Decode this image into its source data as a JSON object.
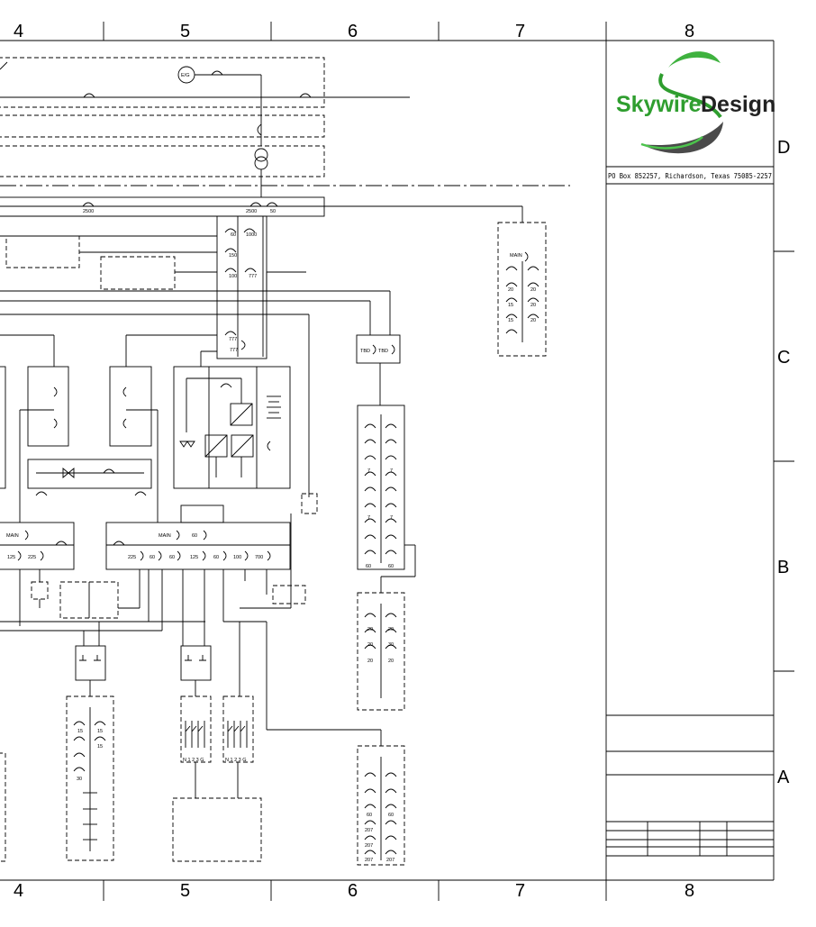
{
  "grid": {
    "columns": [
      "4",
      "5",
      "6",
      "7",
      "8"
    ],
    "rows": [
      "D",
      "C",
      "B",
      "A"
    ]
  },
  "title_block": {
    "logo_word1": "Skywire",
    "logo_word2": "Design",
    "address": "PO Box 852257, Richardson, Texas 75085-2257"
  },
  "labels": {
    "eg": "E/G",
    "main_bus": "2500",
    "main_bus_2": "2500",
    "bus_50": "50",
    "b60": "60",
    "b1000": "1000",
    "b150": "150",
    "b100": "100",
    "b777a": "777",
    "b777b": "777",
    "b777c": "777",
    "tbd1": "TBD",
    "tbd2": "TBD",
    "mainA": "MAIN",
    "b125a": "125",
    "b225a": "225",
    "mainB": "MAIN",
    "b60top": "60",
    "b225b": "225",
    "b60b": "60",
    "b60c": "60",
    "b125b": "125",
    "b60d": "60",
    "b100b": "100",
    "b700": "700",
    "panelC_main": "MAIN",
    "p20a": "20",
    "p20b": "20",
    "p15a": "15",
    "p20c": "20",
    "p15b": "15",
    "p20d": "20",
    "p6_7a": "7",
    "p6_7b": "7",
    "p6_7c": "7",
    "p6_7d": "7",
    "p6_60a": "60",
    "p6_60b": "60",
    "p6b_20a": "20",
    "p6b_20b": "20",
    "p6b_20c": "20",
    "p6b_30": "30",
    "p6b_20d": "20",
    "p6b_20e": "20",
    "p4_15a": "15",
    "p4_15b": "15",
    "p4_15c": "15",
    "p4_30": "30",
    "p6c_60a": "60",
    "p6c_60b": "60",
    "p6c_207a": "207",
    "p6c_207b": "207",
    "p6c_207c": "207",
    "p6c_207d": "207",
    "sw1": "N 1 2 3 G",
    "sw2": "N 1 2 3 G"
  }
}
